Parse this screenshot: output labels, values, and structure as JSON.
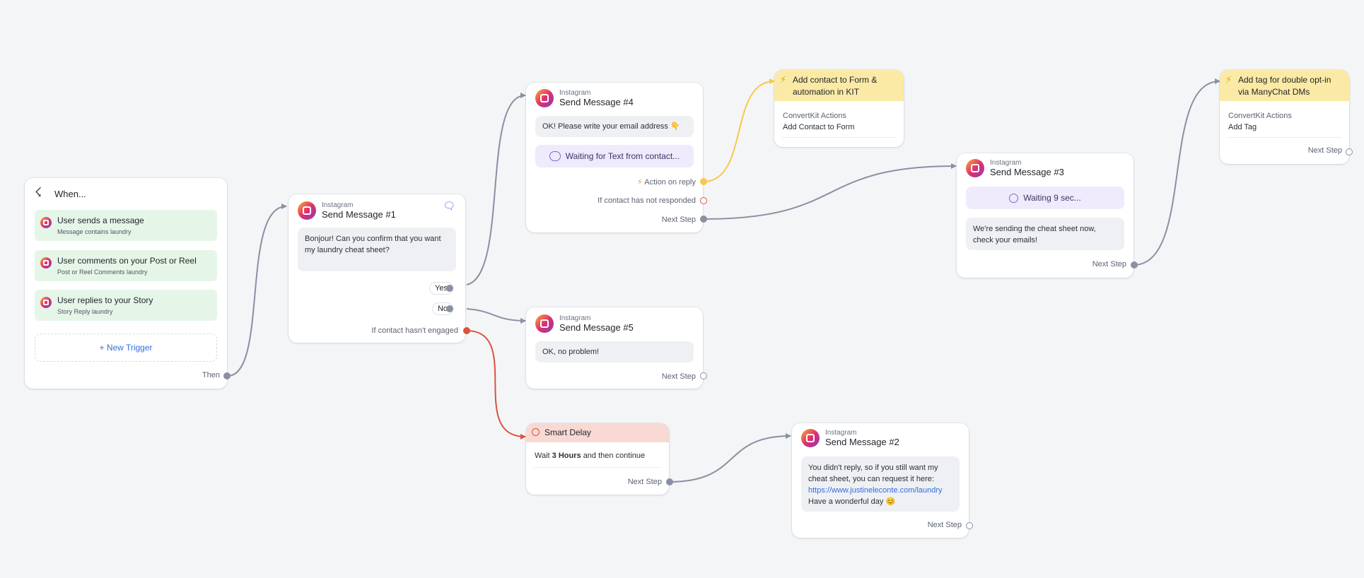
{
  "trigger_card": {
    "title": "When...",
    "triggers": [
      {
        "label": "User sends a message",
        "sub": "Message contains laundry"
      },
      {
        "label": "User comments on your Post or Reel",
        "sub": "Post or Reel Comments laundry"
      },
      {
        "label": "User replies to your Story",
        "sub": "Story Reply laundry"
      }
    ],
    "new_trigger": "+ New Trigger",
    "then": "Then"
  },
  "msg1": {
    "platform": "Instagram",
    "title": "Send Message #1",
    "text": "Bonjour! Can you confirm that you want my laundry cheat sheet?",
    "yes": "Yes",
    "no": "No",
    "not_engaged": "If contact hasn't engaged"
  },
  "msg4": {
    "platform": "Instagram",
    "title": "Send Message #4",
    "text": "OK! Please write your email address 👇",
    "waiting": "Waiting for Text from contact...",
    "action_on_reply": "Action on reply",
    "not_responded": "If contact has not responded",
    "next_step": "Next Step"
  },
  "msg5": {
    "platform": "Instagram",
    "title": "Send Message #5",
    "text": "OK, no problem!",
    "next_step": "Next Step"
  },
  "smart_delay": {
    "title": "Smart Delay",
    "wait_prefix": "Wait",
    "wait_value": "3 Hours",
    "wait_suffix": "and then continue",
    "next_step": "Next Step"
  },
  "msg2": {
    "platform": "Instagram",
    "title": "Send Message #2",
    "text": "You didn't reply, so if you still want my cheat sheet, you can request it here:",
    "link": "https://www.justineleconte.com/laundry",
    "sign_off": "Have a wonderful day 😊",
    "next_step": "Next Step"
  },
  "kit_action": {
    "title": "Add contact to Form & automation in KIT",
    "category": "ConvertKit Actions",
    "action": "Add Contact to Form"
  },
  "msg3": {
    "platform": "Instagram",
    "title": "Send Message #3",
    "waiting": "Waiting 9 sec...",
    "text": "We're sending the cheat sheet now, check your emails!",
    "next_step": "Next Step"
  },
  "tag_action": {
    "title": "Add tag for double opt-in via ManyChat DMs",
    "category": "ConvertKit Actions",
    "action": "Add Tag",
    "next_step": "Next Step"
  },
  "colors": {
    "canvas": "#f4f5f7",
    "trigger_bg": "#e5f6e8",
    "action_header": "#fbeaa6",
    "delay_header": "#f8d9d4",
    "waiting_bg": "#efeafc",
    "link": "#2f6fe0",
    "connector": "#8a90a3",
    "connector_reply": "#f6c94a",
    "connector_timeout": "#d9533e"
  }
}
